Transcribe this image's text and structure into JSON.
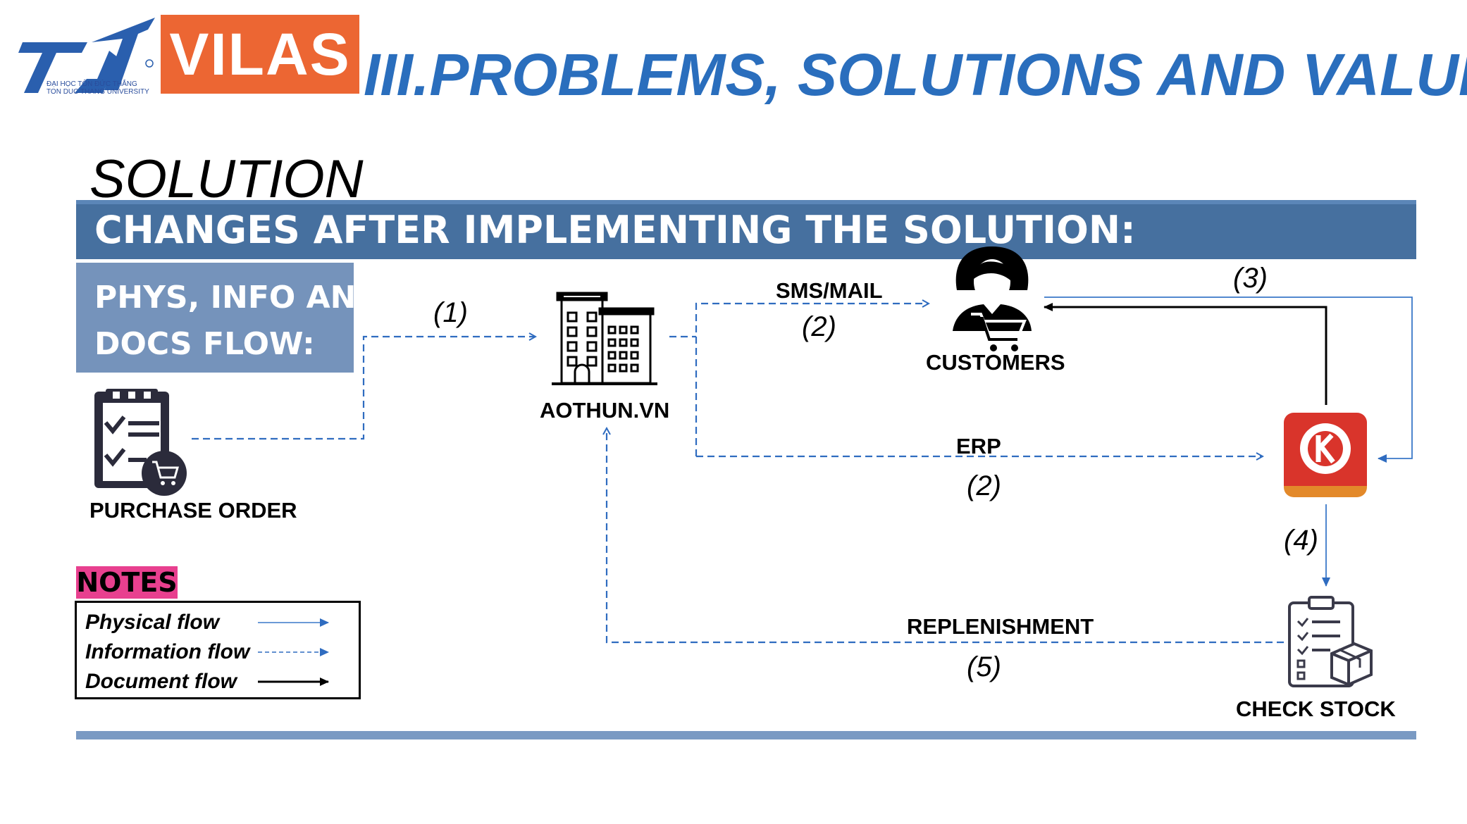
{
  "header": {
    "logo_tdt_subtitle_1": "ĐẠI HỌC TÔN ĐỨC THẮNG",
    "logo_tdt_subtitle_2": "TON DUC THANG UNIVERSITY",
    "logo_vilas": "VILAS",
    "title": "III.PROBLEMS, SOLUTIONS AND VALUES"
  },
  "section_title": "SOLUTION",
  "banner": "CHANGES AFTER IMPLEMENTING THE SOLUTION:",
  "flow_box": {
    "line1": "PHYS, INFO AND",
    "line2": "DOCS FLOW:"
  },
  "nodes": {
    "purchase_order": "PURCHASE ORDER",
    "aothun": "AOTHUN.VN",
    "customers": "CUSTOMERS",
    "check_stock": "CHECK STOCK"
  },
  "edges": {
    "step1": "(1)",
    "sms_mail": "SMS/MAIL",
    "step2_top": "(2)",
    "step3": "(3)",
    "erp": "ERP",
    "step2_bottom": "(2)",
    "step4": "(4)",
    "replenishment": "REPLENISHMENT",
    "step5": "(5)"
  },
  "notes": {
    "title": "NOTES",
    "physical": "Physical flow",
    "information": "Information flow",
    "document": "Document flow"
  },
  "colors": {
    "flow_blue": "#2f6cc0",
    "physical_blue": "#3a78c8",
    "document_black": "#000000",
    "banner": "#46709f",
    "flowbox": "#7593bb",
    "vilas_orange": "#ec6633",
    "notes_pink": "#e8408f",
    "circlek_red": "#d9342b",
    "circlek_orange": "#e3892a"
  }
}
